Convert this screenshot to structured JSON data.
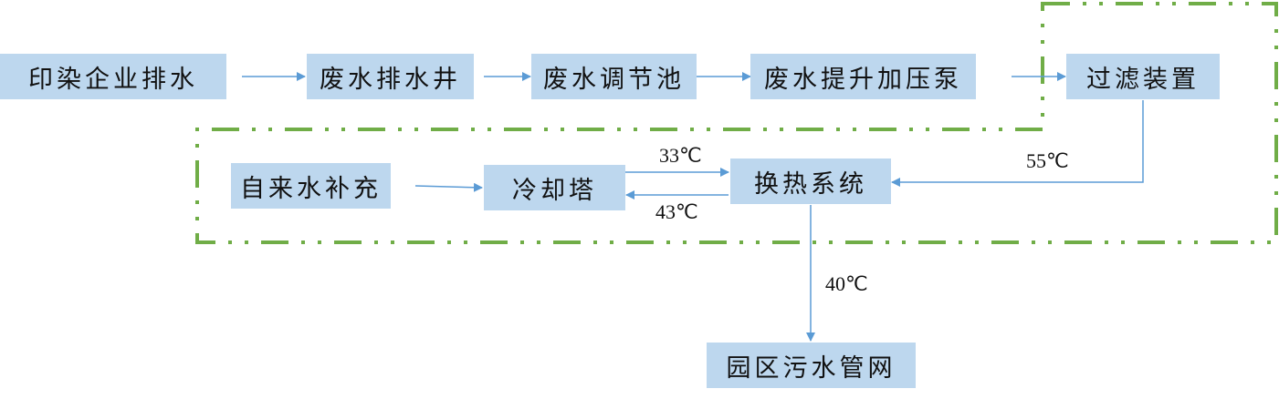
{
  "diagram": {
    "nodes": {
      "dyeing_discharge": "印染企业排水",
      "drain_well": "废水排水井",
      "regulating_pool": "废水调节池",
      "lift_pump": "废水提升加压泵",
      "filter": "过滤装置",
      "tap_water": "自来水补充",
      "cooling_tower": "冷却塔",
      "heat_exchanger": "换热系统",
      "sewer_network": "园区污水管网"
    },
    "temperatures": {
      "tower_to_exchanger": "33℃",
      "exchanger_to_tower": "43℃",
      "filter_to_exchanger": "55℃",
      "exchanger_to_sewer": "40℃"
    },
    "colors": {
      "node_fill": "#bdd7ee",
      "arrow": "#5b9bd5",
      "boundary": "#70ad47"
    }
  }
}
